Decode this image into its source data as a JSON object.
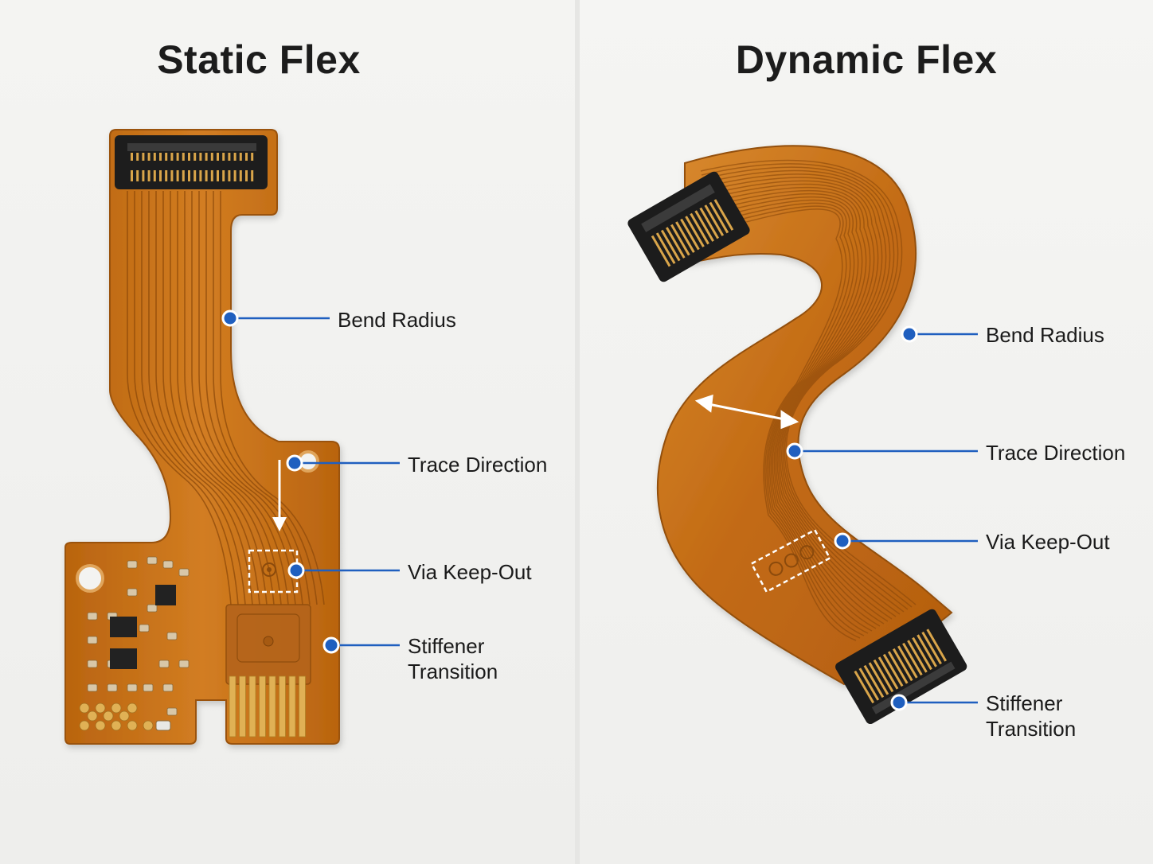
{
  "titles": {
    "left": "Static Flex",
    "right": "Dynamic Flex"
  },
  "colors": {
    "callout": "#1f5fbf",
    "flex": "#c7711c",
    "flexDark": "#a0560f",
    "gold": "#d9a54a",
    "connector": "#1e1e1e"
  },
  "static_callouts": {
    "bend_radius": "Bend Radius",
    "trace_direction": "Trace Direction",
    "via_keepout": "Via Keep-Out",
    "stiffener_line1": "Stiffener",
    "stiffener_line2": "Transition"
  },
  "dynamic_callouts": {
    "bend_radius": "Bend Radius",
    "trace_direction": "Trace Direction",
    "via_keepout": "Via Keep-Out",
    "stiffener_line1": "Stiffener",
    "stiffener_line2": "Transition"
  }
}
